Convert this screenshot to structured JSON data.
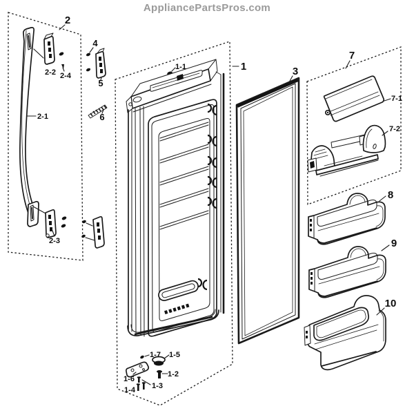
{
  "site": {
    "title": "AppliancePartsPros.com",
    "title_color": "#9a9a9a"
  },
  "diagram": {
    "line_color": "#1a1a1a",
    "background_color": "#ffffff",
    "callouts": {
      "c1": "1",
      "c1_1": "1-1",
      "c1_2": "1-2",
      "c1_3": "1-3",
      "c1_4": "1-4",
      "c1_5": "1-5",
      "c1_6": "1-6",
      "c1_7": "1-7",
      "c2": "2",
      "c2_1": "2-1",
      "c2_2": "2-2",
      "c2_3": "2-3",
      "c2_4": "2-4",
      "c3": "3",
      "c4": "4",
      "c5": "5",
      "c6": "6",
      "c7": "7",
      "c7_1": "7-1",
      "c7_2": "7-2",
      "c8": "8",
      "c9": "9",
      "c10": "10"
    }
  }
}
